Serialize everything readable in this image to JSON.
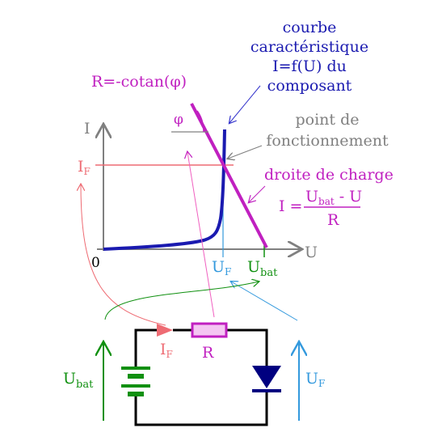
{
  "colors": {
    "blue_dark": "#1a1ab0",
    "magenta": "#c020c0",
    "pink": "#ee6b73",
    "gray": "#808080",
    "green": "#109010",
    "light_blue": "#3399dd",
    "black": "#000000",
    "dark_navy": "#000080"
  },
  "labels": {
    "courbe_line1": "courbe",
    "courbe_line2": "caractéristique",
    "courbe_line3": "I=f(U) du",
    "courbe_line4": "composant",
    "r_formula": "R=-cotan(φ)",
    "phi": "φ",
    "point_line1": "point de",
    "point_line2": "fonctionnement",
    "droite": "droite de charge",
    "eq_lhs": "I =",
    "eq_num": "U",
    "eq_num_sub": "bat",
    "eq_num_rest": " - U",
    "eq_den": "R",
    "axis_i": "I",
    "axis_u": "U",
    "origin": "0",
    "i_f": "I",
    "i_f_sub": "F",
    "u_f": "U",
    "u_f_sub": "F",
    "u_bat": "U",
    "u_bat_sub": "bat",
    "circuit_i_f": "I",
    "circuit_i_f_sub": "F",
    "circuit_r": "R",
    "circuit_u_bat": "U",
    "circuit_u_bat_sub": "bat",
    "circuit_u_f": "U",
    "circuit_u_f_sub": "F"
  }
}
